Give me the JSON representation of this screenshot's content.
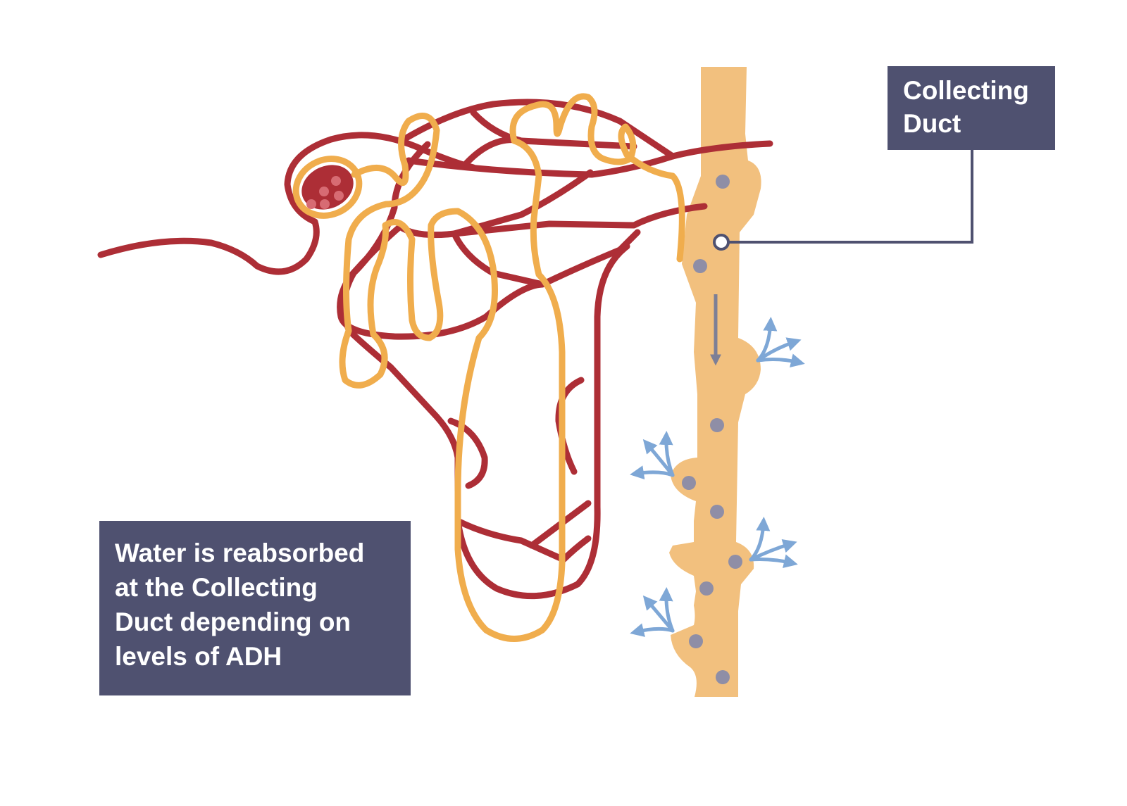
{
  "labels": {
    "collecting_duct": [
      "Collecting",
      "Duct"
    ],
    "explanation": [
      "Water is reabsorbed",
      "at the Collecting",
      "Duct depending on",
      "levels of ADH"
    ]
  },
  "colors": {
    "blood_vessel": "#ad2e36",
    "tubule": "#f0ad4d",
    "collecting_duct": "#f2c07e",
    "duct_cell": "#8f8ea6",
    "water_arrow": "#7ea7d6",
    "flow_arrow": "#7d7f96",
    "label_background": "#4f5170",
    "label_text": "#ffffff"
  }
}
